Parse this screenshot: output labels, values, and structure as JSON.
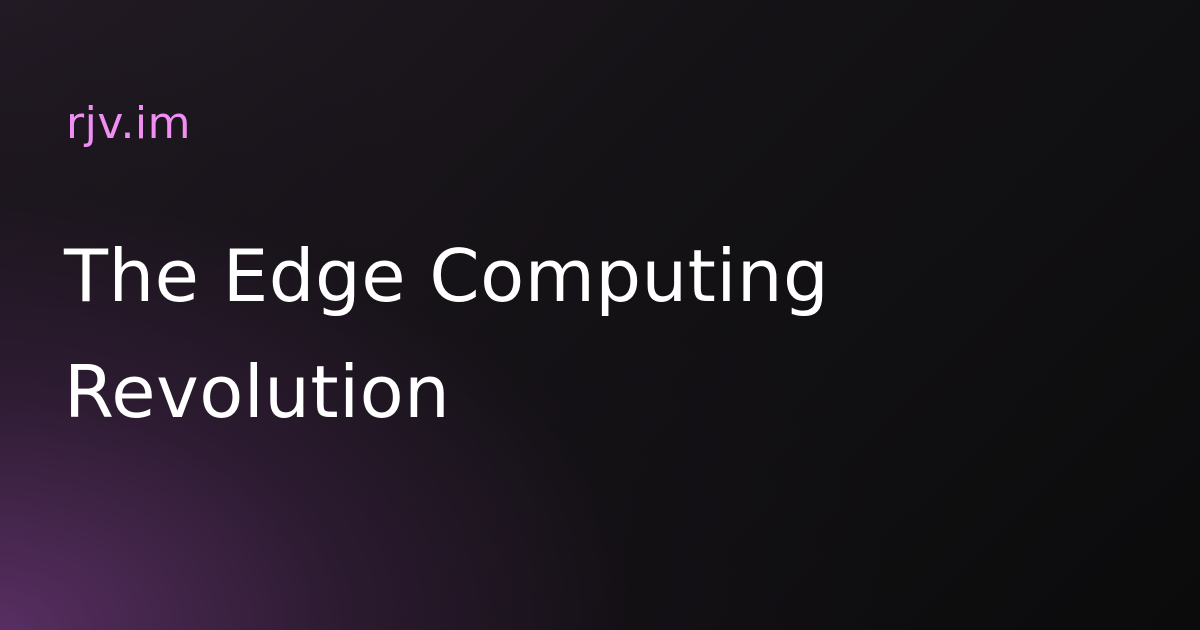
{
  "card": {
    "brand": "rjv.im",
    "title_lines": [
      "The Edge Computing",
      "Revolution"
    ]
  },
  "colors": {
    "background": "#0b0b0c",
    "glow": "#5c3066",
    "brand_text": "#f08ef4",
    "title_text": "#ffffff"
  }
}
